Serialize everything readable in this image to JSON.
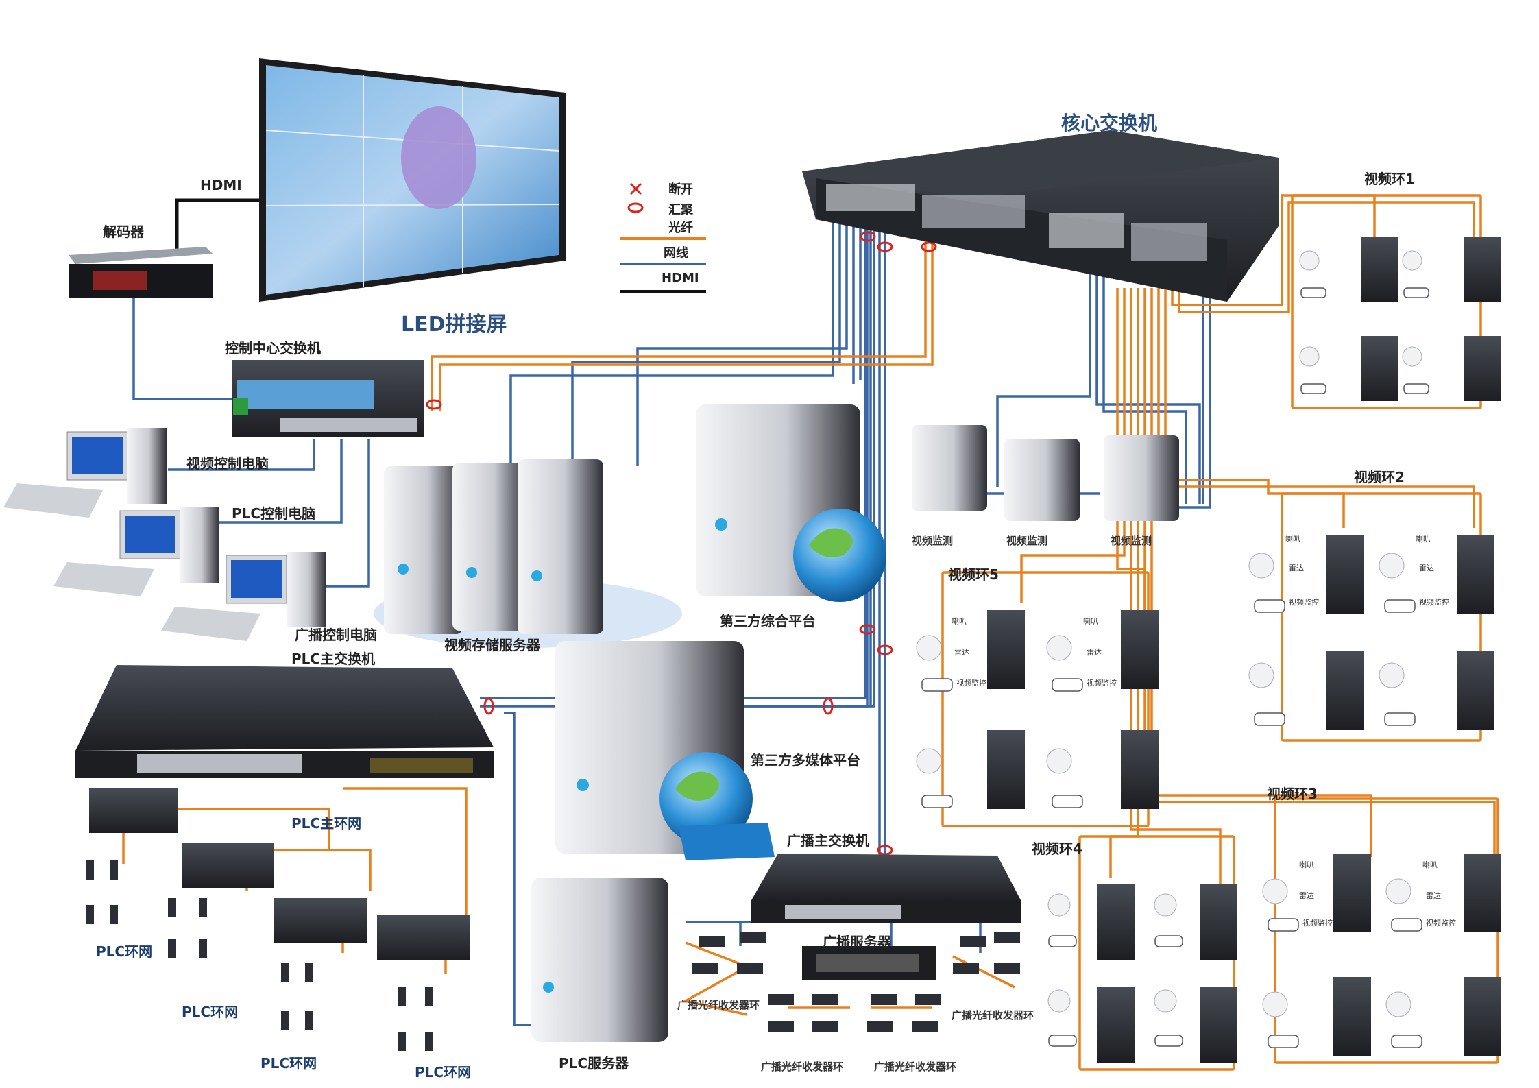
{
  "labels": {
    "core_switch": "核心交换机",
    "led_screen": "LED拼接屏",
    "decoder": "解码器",
    "hdmi_top": "HDMI",
    "control_center_switch": "控制中心交换机",
    "video_control_pc": "视频控制电脑",
    "plc_control_pc": "PLC控制电脑",
    "broadcast_control_pc": "广播控制电脑",
    "video_storage_server": "视频存储服务器",
    "third_party_integrated": "第三方综合平台",
    "third_party_multimedia": "第三方多媒体平台",
    "plc_main_switch": "PLC主交换机",
    "plc_main_ring": "PLC主环网",
    "plc_ring_1": "PLC环网",
    "plc_ring_2": "PLC环网",
    "plc_ring_3": "PLC环网",
    "plc_ring_4": "PLC环网",
    "plc_server": "PLC服务器",
    "broadcast_main_switch": "广播主交换机",
    "broadcast_server": "广播服务器",
    "bc_fiber_ring_1": "广播光纤收发器环",
    "bc_fiber_ring_2": "广播光纤收发器环",
    "bc_fiber_ring_3": "广播光纤收发器环",
    "bc_fiber_ring_4": "广播光纤收发器环",
    "video_monitor_1": "视频监测",
    "video_monitor_2": "视频监测",
    "video_monitor_3": "视频监测",
    "video_ring_1": "视频环1",
    "video_ring_2": "视频环2",
    "video_ring_3": "视频环3",
    "video_ring_4": "视频环4",
    "video_ring_5": "视频环5"
  },
  "legend": {
    "break": "断开",
    "aggregate": "汇聚",
    "fiber": "光纤",
    "network": "网线",
    "hdmi": "HDMI"
  },
  "device_tags": {
    "radar": "雷达",
    "speaker": "喇叭",
    "camera": "视频监控"
  },
  "colors": {
    "fiber": "#e8801e",
    "network": "#3a67a8",
    "hdmi": "#111111",
    "break_mark": "#e0201c",
    "switch_body": "#2a2d33",
    "server_body": "#d8dbe0"
  },
  "icons": {
    "break": "x-mark-icon",
    "aggregate": "ellipse-ring-icon",
    "globe": "globe-icon",
    "film": "film-strip-icon",
    "server": "server-tower-icon",
    "switch": "network-switch-icon",
    "camera": "bullet-camera-icon",
    "dome": "dome-camera-icon"
  }
}
